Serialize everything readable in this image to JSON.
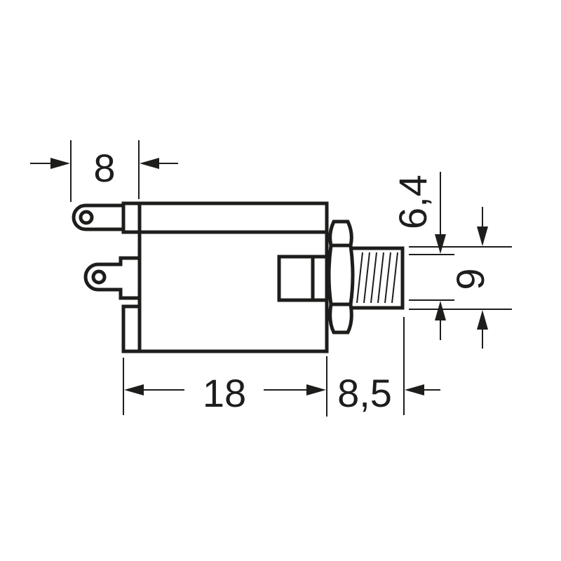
{
  "diagram": {
    "subject": "panel-mount jack socket, side view with mounting nut and threaded bushing",
    "units": "mm",
    "line_color": "#1d1d1b",
    "background": "#ffffff",
    "dimensions": {
      "terminal_width": {
        "label": "8",
        "orientation": "horizontal"
      },
      "body_length": {
        "label": "18",
        "orientation": "horizontal"
      },
      "bushing_length": {
        "label": "8,5",
        "orientation": "horizontal"
      },
      "bore_diameter": {
        "label": "6,4",
        "orientation": "vertical"
      },
      "thread_diameter": {
        "label": "9",
        "orientation": "vertical"
      }
    }
  }
}
